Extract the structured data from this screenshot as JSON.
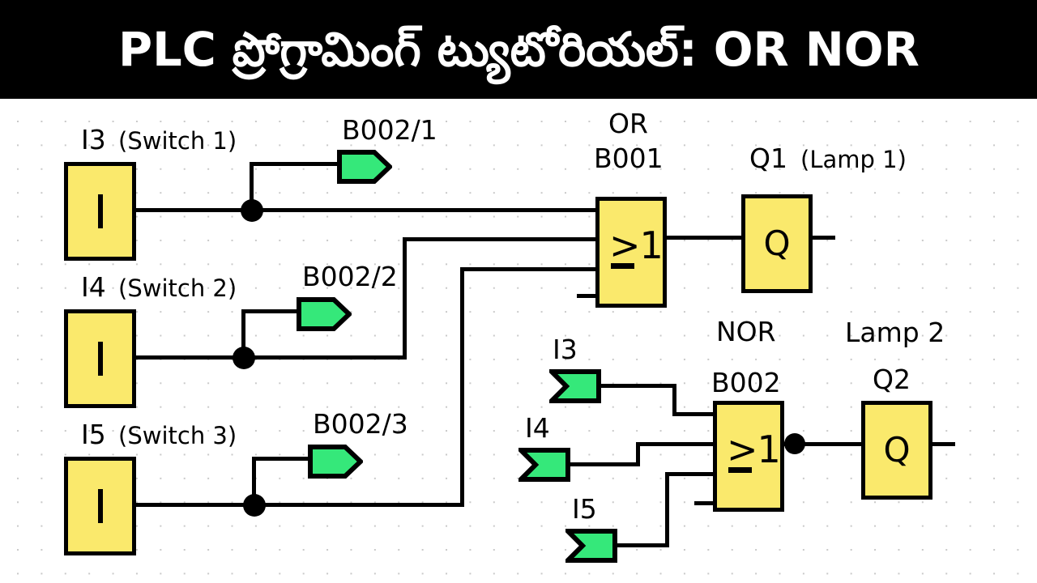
{
  "title": {
    "text": "PLC ప్రోగ్రామింగ్ ట్యుటోరియల్: OR NOR",
    "background": "#000000",
    "color": "#ffffff"
  },
  "colors": {
    "block_fill": "#FAE96C",
    "connector_fill": "#35E87A",
    "line": "#000000",
    "grid_dot": "#c9c9c9",
    "canvas": "#ffffff"
  },
  "diagram": {
    "kind": "plc-function-block-diagram",
    "inputs": [
      {
        "id": "I3",
        "label": "I3",
        "note": "(Switch 1)",
        "glyph": "I"
      },
      {
        "id": "I4",
        "label": "I4",
        "note": "(Switch 2)",
        "glyph": "I"
      },
      {
        "id": "I5",
        "label": "I5",
        "note": "(Switch 3)",
        "glyph": "I"
      }
    ],
    "cut_connectors_left": [
      {
        "id": "B002/1",
        "label": "B002/1"
      },
      {
        "id": "B002/2",
        "label": "B002/2"
      },
      {
        "id": "B002/3",
        "label": "B002/3"
      }
    ],
    "gates": [
      {
        "id": "B001",
        "gate_type": "OR",
        "title": "OR",
        "name": "B001",
        "symbol": ">1",
        "inputs_used": 3,
        "inputs_total": 4
      },
      {
        "id": "B002",
        "gate_type": "NOR",
        "title": "NOR",
        "name": "B002",
        "symbol": ">1",
        "inputs_used": 3,
        "inputs_total": 4
      }
    ],
    "outputs": [
      {
        "id": "Q1",
        "label": "Q1",
        "note": "(Lamp 1)",
        "glyph": "Q"
      },
      {
        "id": "Q2",
        "label": "Q2",
        "note": "Lamp 2",
        "glyph": "Q"
      }
    ],
    "nor_input_connectors": [
      {
        "id": "I3",
        "label": "I3"
      },
      {
        "id": "I4",
        "label": "I4"
      },
      {
        "id": "I5",
        "label": "I5"
      }
    ]
  },
  "labels": {
    "i3": "I3",
    "i4": "I4",
    "i5": "I5",
    "switch1": "(Switch 1)",
    "switch2": "(Switch 2)",
    "switch3": "(Switch 3)",
    "b002_1": "B002/1",
    "b002_2": "B002/2",
    "b002_3": "B002/3",
    "or_title": "OR",
    "b001": "B001",
    "q1": "Q1",
    "lamp1": "(Lamp 1)",
    "nor_title": "NOR",
    "b002": "B002",
    "lamp2": "Lamp 2",
    "q2": "Q2",
    "nor_in_i3": "I3",
    "nor_in_i4": "I4",
    "nor_in_i5": "I5",
    "gate_symbol": ">1",
    "input_glyph": "I",
    "output_glyph": "Q"
  }
}
